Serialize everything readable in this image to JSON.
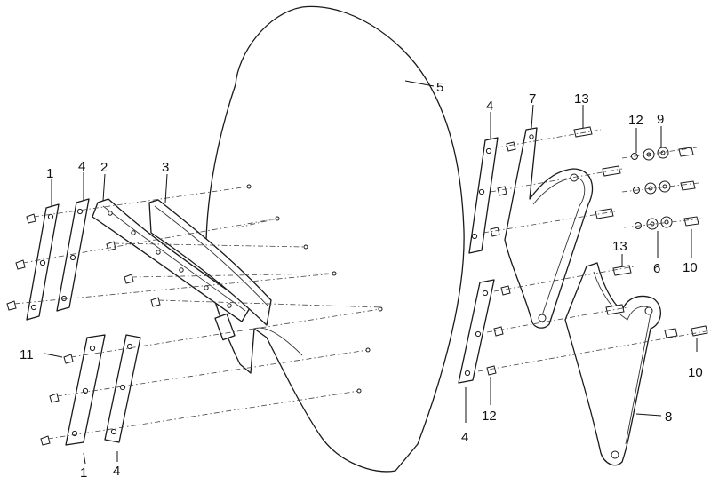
{
  "callouts": {
    "c1_top": "1",
    "c4_top_left": "4",
    "c2": "2",
    "c3": "3",
    "c5": "5",
    "c11": "11",
    "c1_bottom": "1",
    "c4_bottom_left": "4",
    "c4_top_right": "4",
    "c7": "7",
    "c13_top": "13",
    "c12_top": "12",
    "c9": "9",
    "c6": "6",
    "c10_top": "10",
    "c13_mid": "13",
    "c10_bottom": "10",
    "c8": "8",
    "c4_bottom_right": "4",
    "c12_bottom": "12"
  }
}
